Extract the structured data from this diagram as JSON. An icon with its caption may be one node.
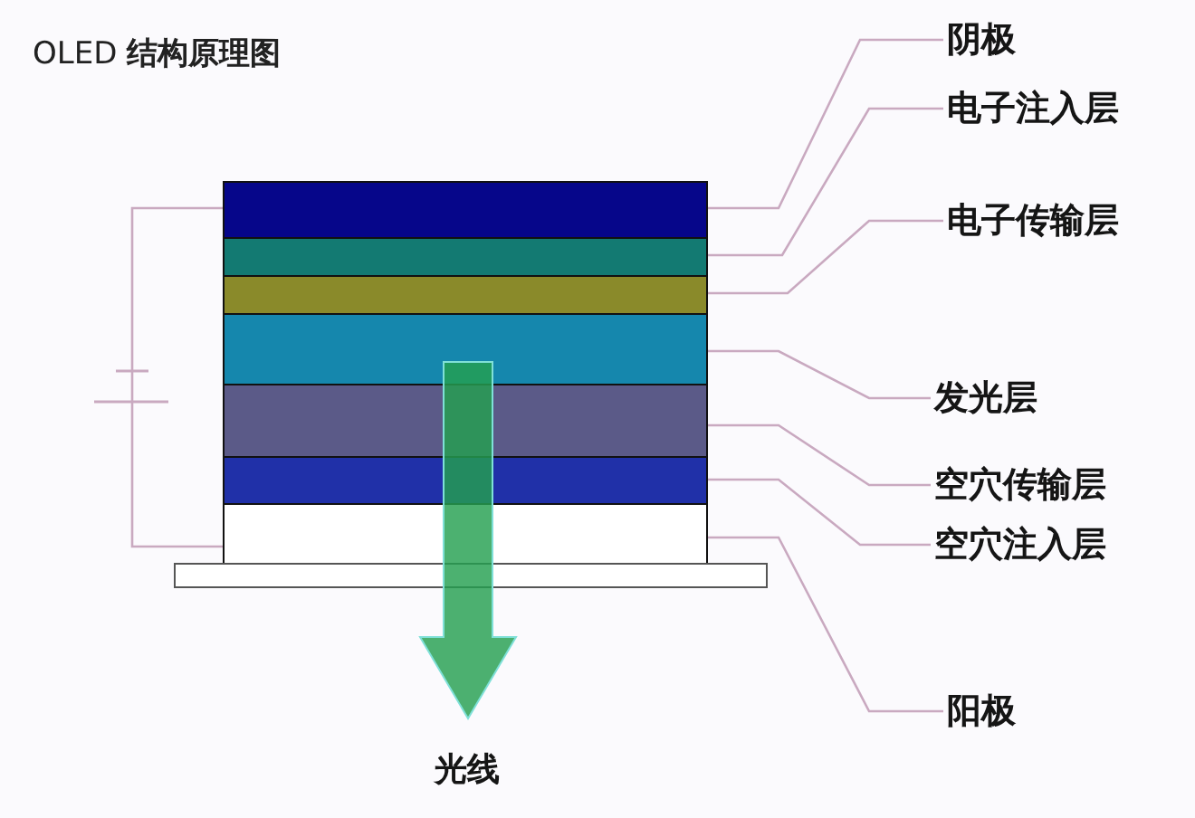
{
  "diagram": {
    "title": "OLED **结构原理图**",
    "nodes": [
      {
        "text": [],
        "shape": "bar"
      },
      {
        "text": [],
        "shape": "bar"
      },
      {
        "text": [],
        "shape": "bar"
      },
      {
        "text": [],
        "shape": "bar"
      },
      {
        "text": [],
        "shape": "bar"
      },
      {
        "text": [],
        "shape": "bar"
      },
      {
        "text": [],
        "shape": "bar"
      },
      {
        "text": [],
        "shape": "bar"
      },
      {
        "text": [
          "阴极"
        ]
      },
      {
        "text": [
          "电子注入层"
        ]
      },
      {
        "text": [
          "电子传输层"
        ]
      },
      {
        "text": [
          "发光层"
        ]
      },
      {
        "text": [
          "空穴传输层"
        ]
      },
      {
        "text": [
          "空穴注入层"
        ]
      },
      {
        "text": [
          "阳极"
        ]
      }
    ],
    "edges": [
      {
        "from": 8,
        "to": 0,
        "arrow": "none"
      },
      {
        "from": 9,
        "to": 1,
        "arrow": "none"
      },
      {
        "from": 10,
        "to": 2,
        "arrow": "none"
      },
      {
        "from": 11,
        "to": 3,
        "arrow": "none"
      },
      {
        "from": 12,
        "to": 4,
        "arrow": "none"
      },
      {
        "from": 13,
        "to": 5,
        "arrow": "none"
      },
      {
        "from": 14,
        "to": 6,
        "arrow": "none"
      },
      {
        "from": 0,
        "to": 6,
        "arrow": "none"
      }
    ],
    "labels": [
      "光线"
    ]
  }
}
